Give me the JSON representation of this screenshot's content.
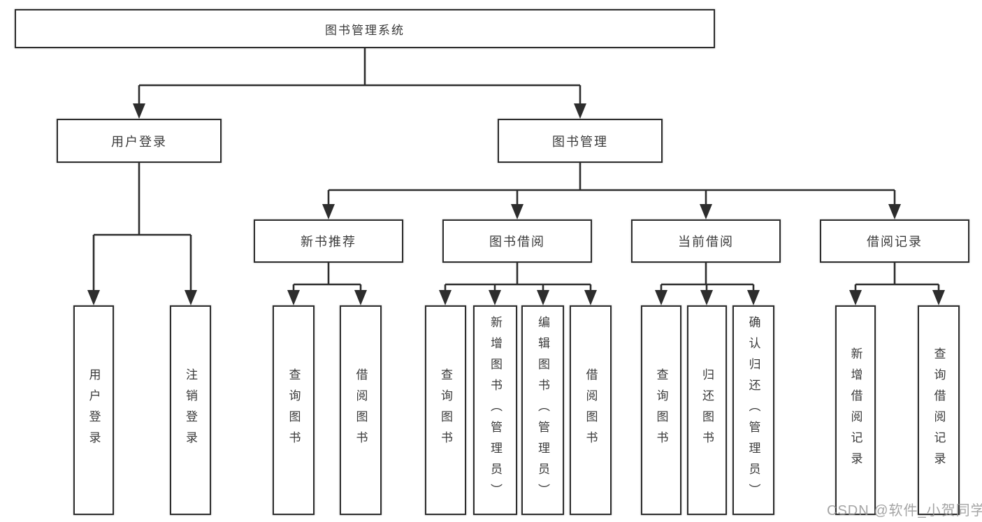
{
  "diagram": {
    "root": "图书管理系统",
    "branches": [
      {
        "label": "用户登录",
        "leaves": [
          "用户登录",
          "注销登录"
        ]
      },
      {
        "label": "图书管理",
        "groups": [
          {
            "label": "新书推荐",
            "leaves": [
              "查询图书",
              "借阅图书"
            ]
          },
          {
            "label": "图书借阅",
            "leaves": [
              "查询图书",
              "新增图书（管理员）",
              "编辑图书（管理员）",
              "借阅图书"
            ]
          },
          {
            "label": "当前借阅",
            "leaves": [
              "查询图书",
              "归还图书",
              "确认归还（管理员）"
            ]
          },
          {
            "label": "借阅记录",
            "leaves": [
              "新增借阅记录",
              "查询借阅记录"
            ]
          }
        ]
      }
    ]
  },
  "watermark": "CSDN @软件_小贺同学",
  "colors": {
    "line": "#2d2d2d",
    "text": "#3a3a3a",
    "box_background": "#ffffff",
    "watermark": "#949494",
    "background": "#ffffff"
  }
}
